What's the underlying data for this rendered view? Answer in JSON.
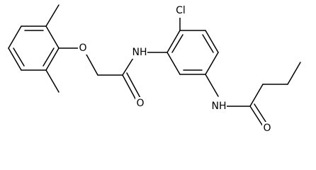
{
  "molecule": {
    "atom_labels": {
      "cl": "Cl",
      "ether_o": "O",
      "amide_nh_left": "NH",
      "amide_o_left": "O",
      "amide_nh_right": "NH",
      "amide_o_right": "O"
    },
    "colors": {
      "bond": "#000000",
      "label": "#000000",
      "background": "#ffffff"
    }
  }
}
